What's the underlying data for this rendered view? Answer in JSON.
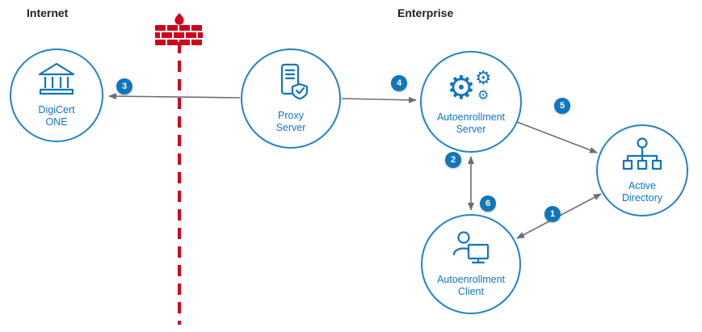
{
  "regions": [
    {
      "label": "Internet"
    },
    {
      "label": "Enterprise"
    }
  ],
  "nodes": [
    {
      "id": "digicert-one",
      "label": "DigiCert ONE"
    },
    {
      "id": "proxy-server",
      "label": "Proxy Server"
    },
    {
      "id": "autoenrollment-server",
      "label": "Autoenrollment Server"
    },
    {
      "id": "active-directory",
      "label": "Active Directory"
    },
    {
      "id": "autoenrollment-client",
      "label": "Autoenrollment Client"
    }
  ],
  "steps": [
    {
      "number": "1"
    },
    {
      "number": "2"
    },
    {
      "number": "3"
    },
    {
      "number": "4"
    },
    {
      "number": "5"
    },
    {
      "number": "6"
    }
  ],
  "colors": {
    "accent": "#1176bc",
    "node_border": "#2482c5",
    "firewall_red": "#d0021b",
    "arrow_gray": "#6d6e71",
    "text_dark": "#231f20"
  }
}
